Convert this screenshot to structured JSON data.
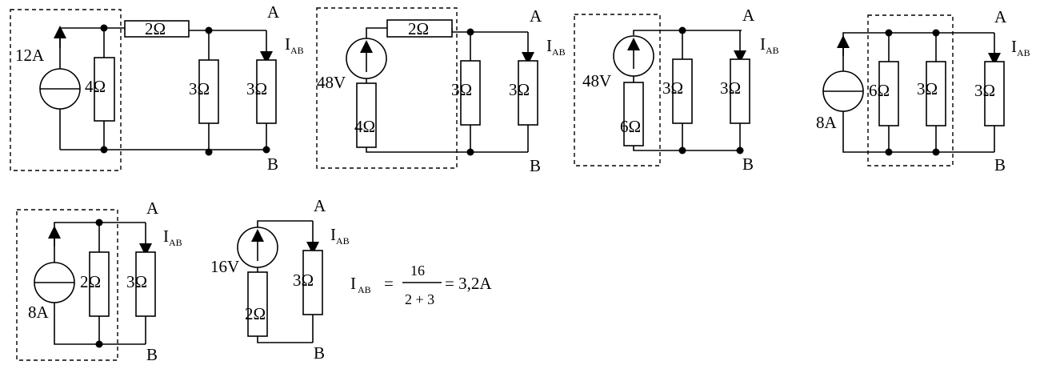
{
  "labels": {
    "node_a": "A",
    "node_b": "B",
    "current": "I",
    "current_sub": "AB"
  },
  "circuit1": {
    "source": "12A",
    "r_shunt": "4Ω",
    "r_series": "2Ω",
    "r_mid": "3Ω",
    "r_load": "3Ω"
  },
  "circuit2": {
    "source": "48V",
    "r_internal": "4Ω",
    "r_series": "2Ω",
    "r_mid": "3Ω",
    "r_load": "3Ω"
  },
  "circuit3": {
    "source": "48V",
    "r_internal": "6Ω",
    "r_mid": "3Ω",
    "r_load": "3Ω"
  },
  "circuit4": {
    "source": "8A",
    "r_first": "6Ω",
    "r_mid": "3Ω",
    "r_load": "3Ω"
  },
  "circuit5": {
    "source": "8A",
    "r_shunt": "2Ω",
    "r_load": "3Ω"
  },
  "circuit6": {
    "source": "16V",
    "r_internal": "2Ω",
    "r_load": "3Ω"
  },
  "result": {
    "lhs_symbol": "I",
    "lhs_sub": "AB",
    "equals": "=",
    "numerator": "16",
    "denominator": "2 + 3",
    "rhs": "= 3,2A"
  }
}
